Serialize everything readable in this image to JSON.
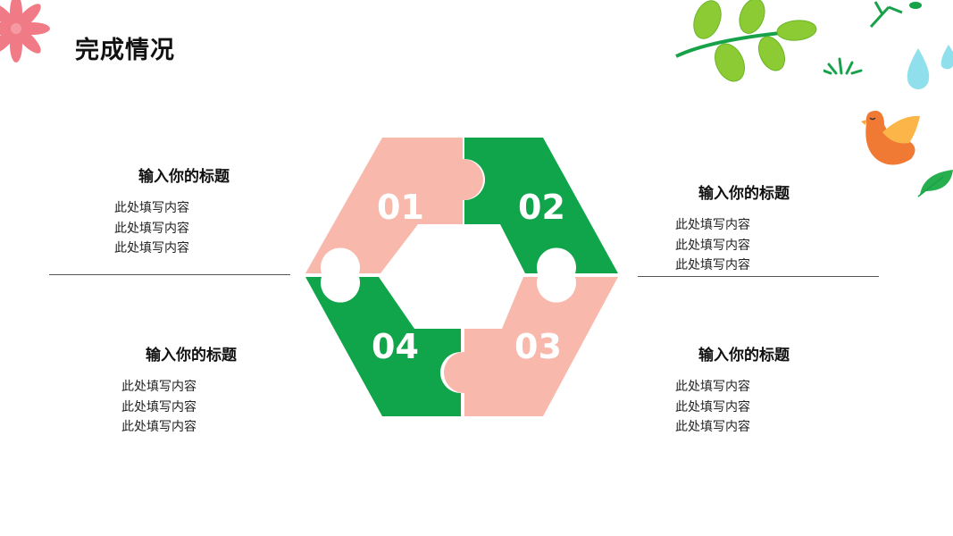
{
  "header": {
    "title": "完成情况"
  },
  "colors": {
    "pink": "#F8B8AC",
    "green": "#10A54A",
    "flower": "#F07B86"
  },
  "puzzle": {
    "pieces": [
      {
        "number": "01",
        "color": "pink"
      },
      {
        "number": "02",
        "color": "green"
      },
      {
        "number": "03",
        "color": "pink"
      },
      {
        "number": "04",
        "color": "green"
      }
    ]
  },
  "blocks": [
    {
      "heading": "输入你的标题",
      "lines": [
        "此处填写内容",
        "此处填写内容",
        "此处填写内容"
      ]
    },
    {
      "heading": "输入你的标题",
      "lines": [
        "此处填写内容",
        "此处填写内容",
        "此处填写内容"
      ]
    },
    {
      "heading": "输入你的标题",
      "lines": [
        "此处填写内容",
        "此处填写内容",
        "此处填写内容"
      ]
    },
    {
      "heading": "输入你的标题",
      "lines": [
        "此处填写内容",
        "此处填写内容",
        "此处填写内容"
      ]
    }
  ]
}
